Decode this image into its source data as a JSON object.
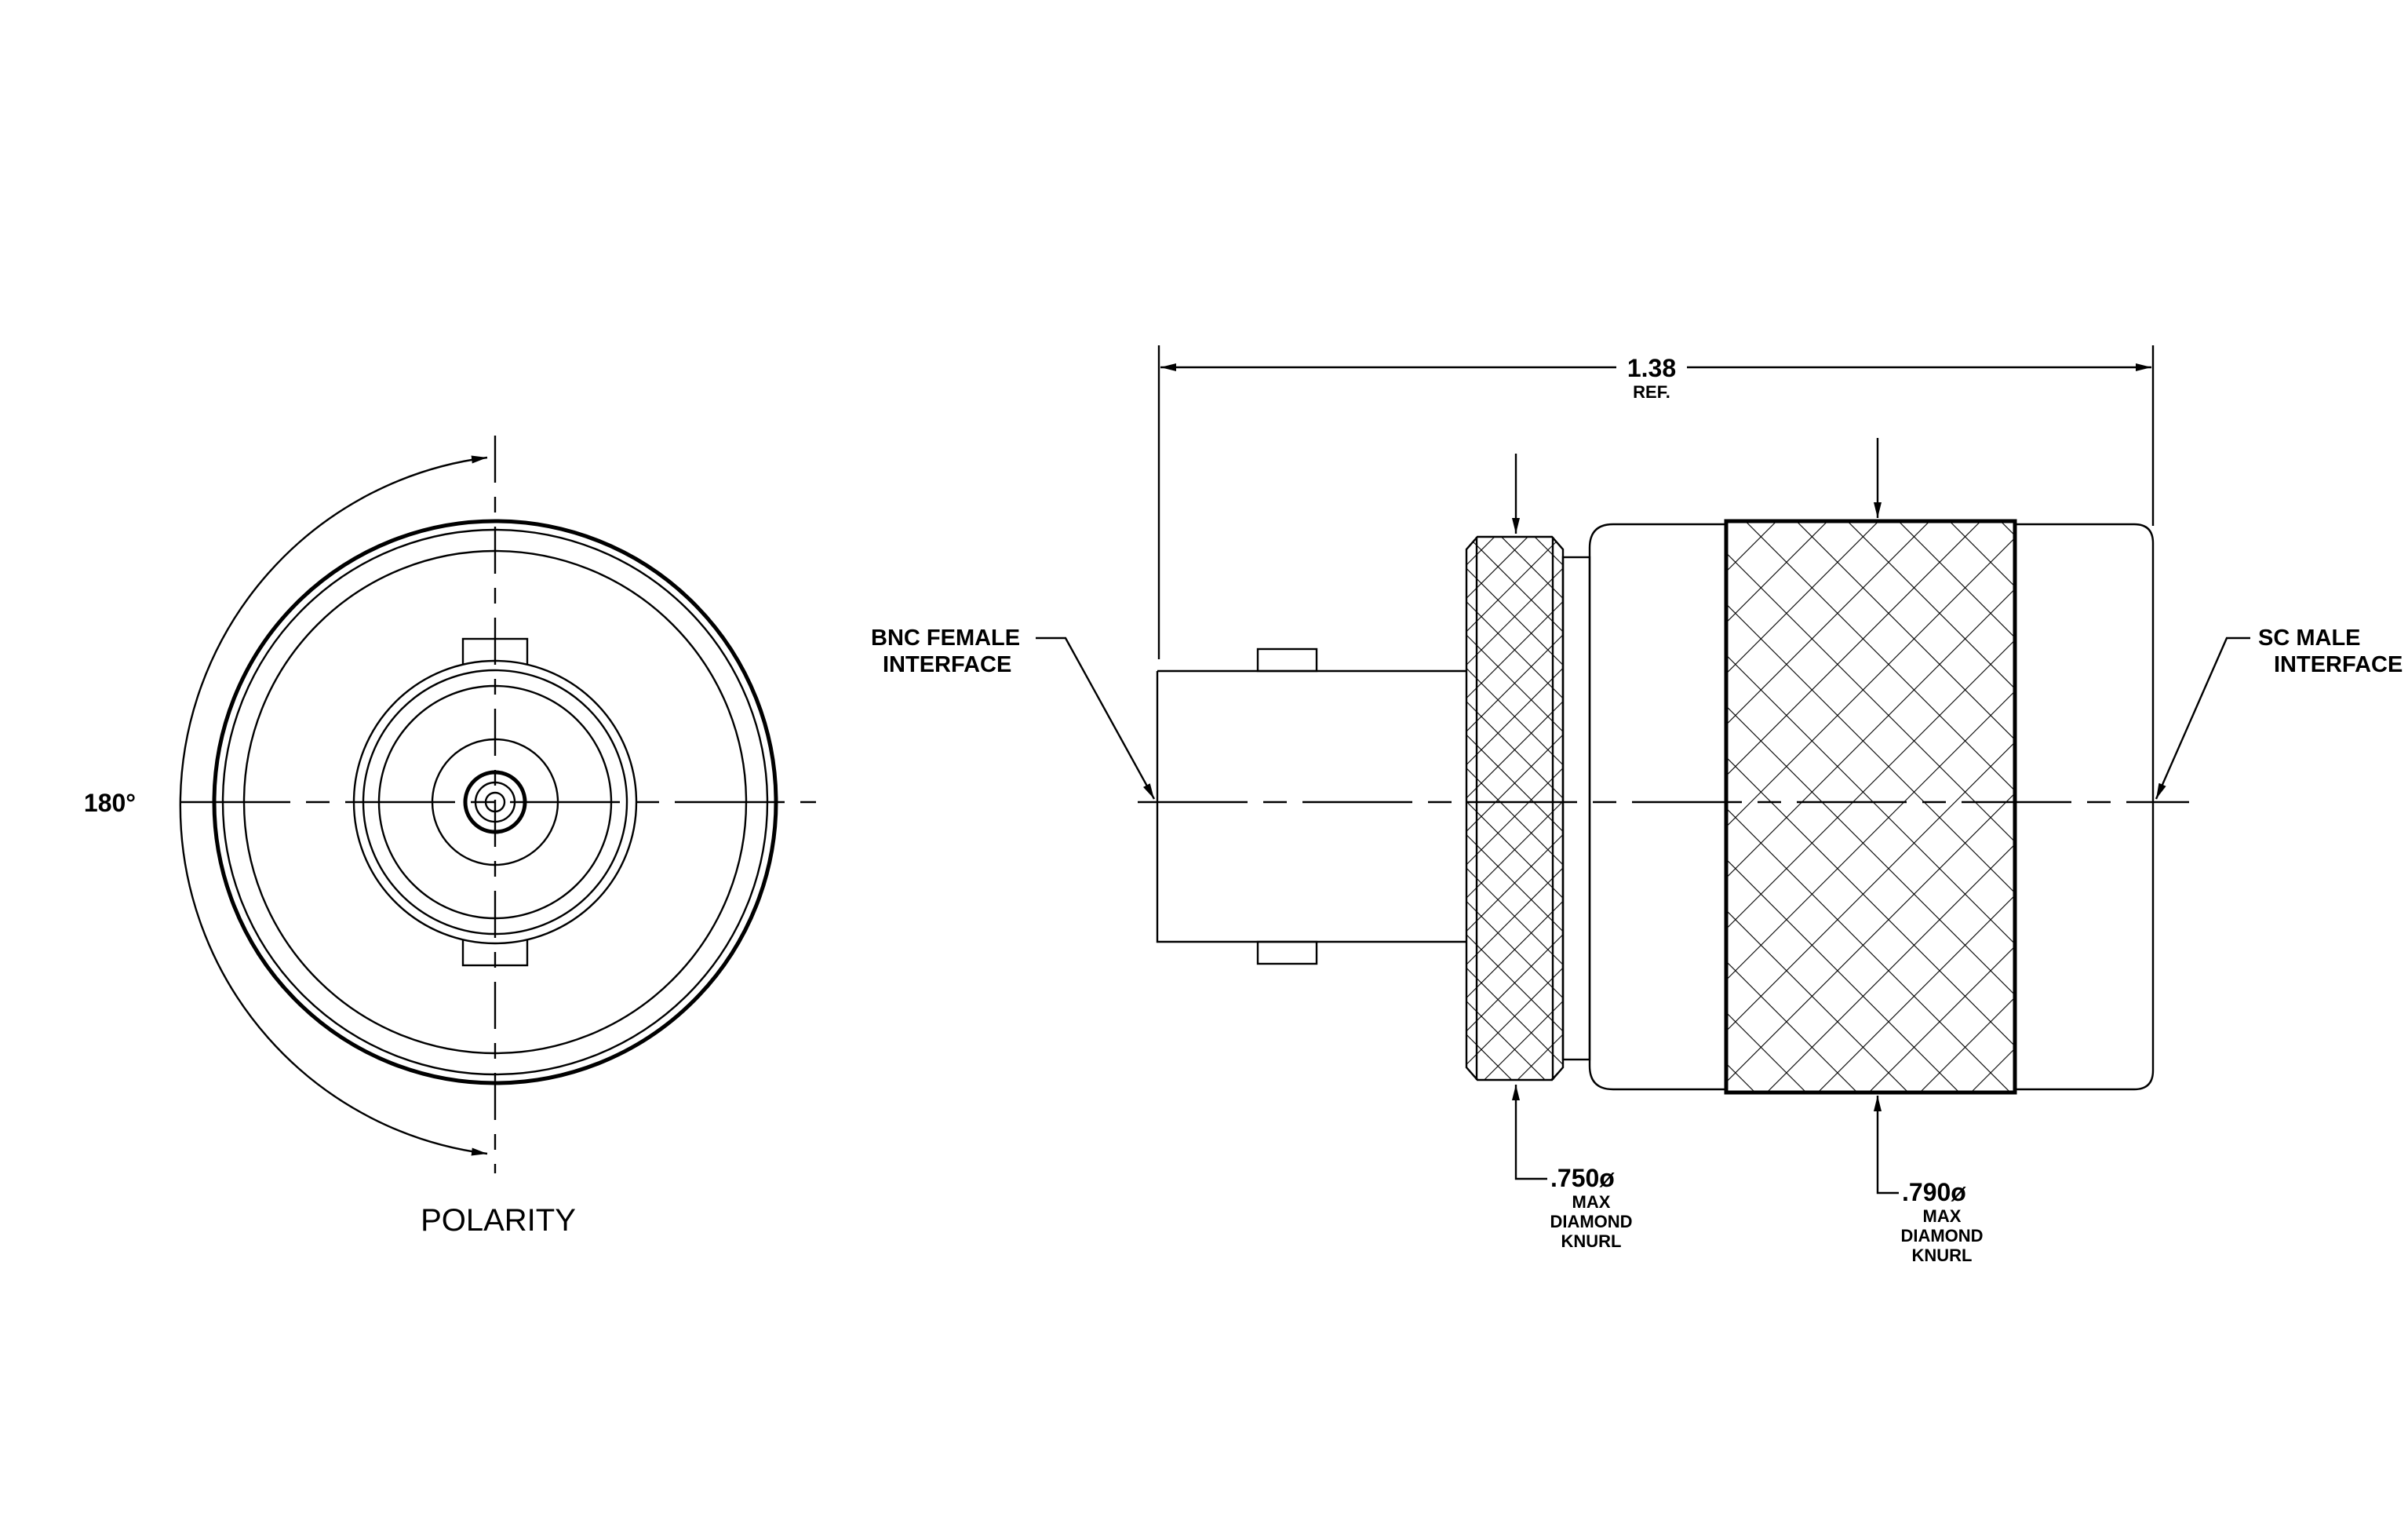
{
  "front_view": {
    "polarity_title": "POLARITY",
    "angle_label": "180°"
  },
  "side_view": {
    "overall_length": "1.38",
    "overall_length_note": "REF.",
    "left_interface": [
      "BNC FEMALE",
      "INTERFACE"
    ],
    "right_interface": [
      "SC MALE",
      "INTERFACE"
    ],
    "knurl_small": {
      "dia": ".750ø",
      "lines": [
        "MAX",
        "DIAMOND",
        "KNURL"
      ]
    },
    "knurl_large": {
      "dia": ".790ø",
      "lines": [
        "MAX",
        "DIAMOND",
        "KNURL"
      ]
    }
  }
}
